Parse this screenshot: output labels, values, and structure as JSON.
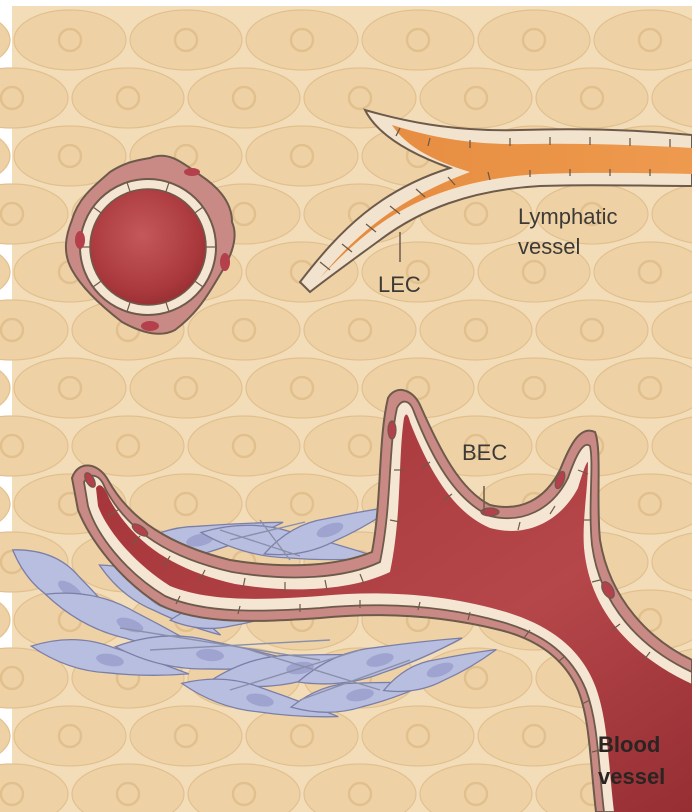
{
  "labels": {
    "lymphatic_line1": "Lymphatic",
    "lymphatic_line2": "vessel",
    "lec": "LEC",
    "bec": "BEC",
    "blood_line1": "Blood",
    "blood_line2": "vessel"
  },
  "colors": {
    "background": "#ffffff",
    "tissue": "#f3ddb9",
    "tissue_cell": "#eed2a6",
    "tissue_cell_edge": "#e2c08e",
    "nucleus": "#e7c48f",
    "lymph_lumen": "#e8893f",
    "lymph_lumen_light": "#f0a45e",
    "endothelium": "#f4e6d2",
    "endothelium_edge": "#6e5a4a",
    "blood_lumen": "#b23a3c",
    "blood_lumen_dark": "#8e2a2e",
    "pericyte": "#c98a86",
    "pericyte_nucleus": "#b3404a",
    "fibroblast": "#b8bedf",
    "fibroblast_edge": "#7b7fa8",
    "fibroblast_nucleus": "#9ea3cf",
    "collagen": "#8a90aa"
  }
}
